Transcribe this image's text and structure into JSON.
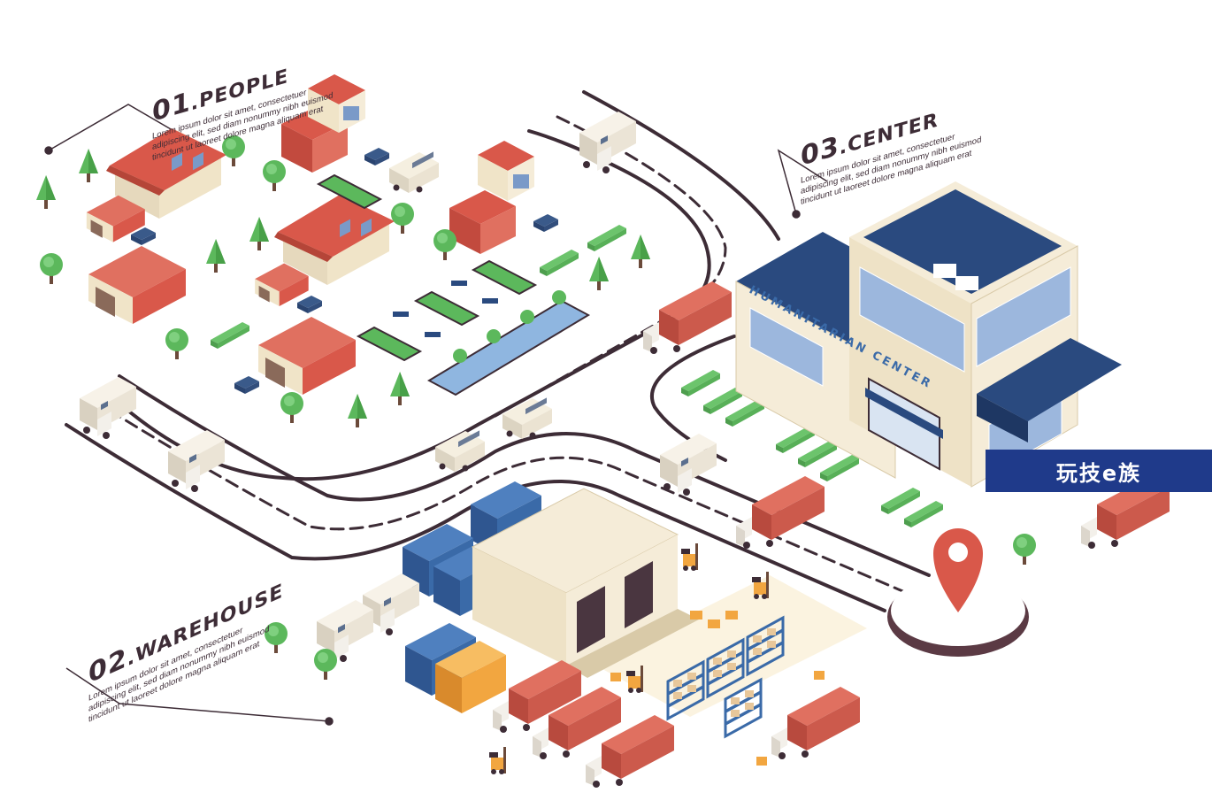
{
  "sections": {
    "people": {
      "number": "01",
      "title": ".PEOPLE",
      "description": "Lorem ipsum dolor sit amet, consectetuer adipiscing elit, sed diam nonummy nibh euismod tincidunt ut laoreet dolore magna aliquam erat"
    },
    "warehouse": {
      "number": "02",
      "title": ".WAREHOUSE",
      "description": "Lorem ipsum dolor sit amet, consectetuer adipiscing elit, sed diam nonummy nibh euismod tincidunt ut laoreet dolore magna aliquam erat"
    },
    "center": {
      "number": "03",
      "title": ".CENTER",
      "description": "Lorem ipsum dolor sit amet, consectetuer adipiscing elit, sed diam nonummy nibh euismod tincidunt ut laoreet dolore magna aliquam erat"
    }
  },
  "building_sign": "HUMANITARIAN CENTER",
  "watermark": "玩技e族",
  "colors": {
    "road": "#3d2c36",
    "roof_red": "#d9584a",
    "wall_cream": "#f5ecd8",
    "tree_green": "#5cb85c",
    "container_blue": "#3a6aa8",
    "container_orange": "#f2a640",
    "center_roof_navy": "#2a4a7f",
    "pin_red": "#d9584a",
    "water_blue": "#8fb6e0"
  }
}
